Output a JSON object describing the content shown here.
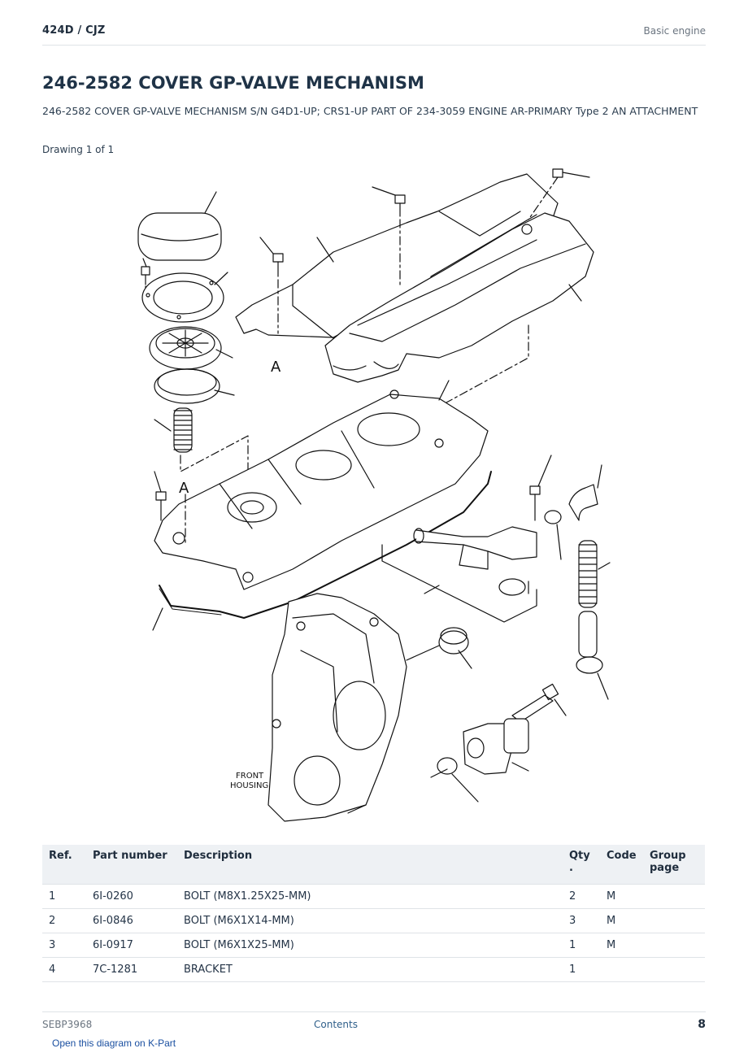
{
  "header": {
    "model": "424D  /  CJZ",
    "section": "Basic engine"
  },
  "title": "246-2582 COVER GP-VALVE MECHANISM",
  "description": "246-2582 COVER GP-VALVE MECHANISM S/N G4D1-UP; CRS1-UP PART OF 234-3059 ENGINE AR-PRIMARY Type 2 AN ATTACHMENT",
  "drawing_count": "Drawing 1 of 1",
  "diagram": {
    "label_a": "A",
    "label_front_1": "FRONT",
    "label_front_2": "HOUSING"
  },
  "table": {
    "headers": {
      "ref": "Ref.",
      "part_number": "Part number",
      "description": "Description",
      "qty_1": "Qty",
      "qty_2": ".",
      "code": "Code",
      "group_page_1": "Group",
      "group_page_2": "page"
    },
    "rows": [
      {
        "ref": "1",
        "part_number": "6I-0260",
        "description": "BOLT (M8X1.25X25-MM)",
        "qty": "2",
        "code": "M",
        "group_page": ""
      },
      {
        "ref": "2",
        "part_number": "6I-0846",
        "description": "BOLT (M6X1X14-MM)",
        "qty": "3",
        "code": "M",
        "group_page": ""
      },
      {
        "ref": "3",
        "part_number": "6I-0917",
        "description": "BOLT (M6X1X25-MM)",
        "qty": "1",
        "code": "M",
        "group_page": ""
      },
      {
        "ref": "4",
        "part_number": "7C-1281",
        "description": "BRACKET",
        "qty": "1",
        "code": "",
        "group_page": ""
      }
    ]
  },
  "footer": {
    "doc_id": "SEBP3968",
    "contents_link": "Contents",
    "page_number": "8"
  },
  "kpart_link": "Open this diagram on K-Part"
}
